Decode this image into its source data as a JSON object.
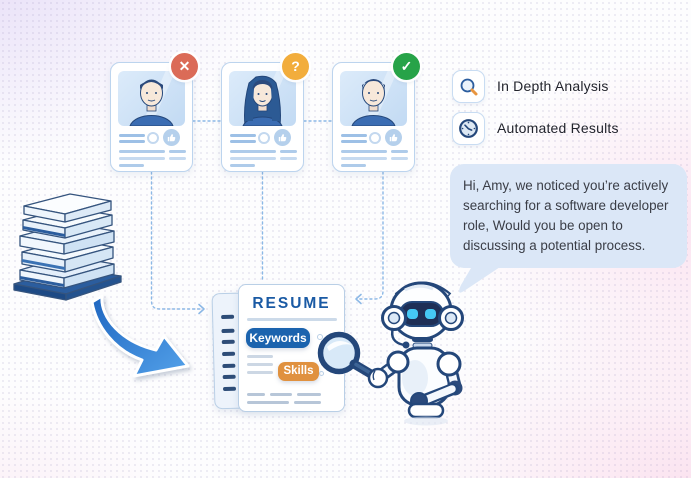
{
  "illustration": {
    "candidates": [
      {
        "avatar": "man",
        "status": "rejected",
        "status_glyph": "✕",
        "status_color": "#db6b57"
      },
      {
        "avatar": "woman",
        "status": "in-review",
        "status_glyph": "?",
        "status_color": "#f2ad3c"
      },
      {
        "avatar": "man",
        "status": "approved",
        "status_glyph": "✓",
        "status_color": "#27a348"
      }
    ],
    "features": [
      {
        "icon": "search-icon",
        "label": "In Depth Analysis"
      },
      {
        "icon": "clock-icon",
        "label": "Automated Results"
      }
    ],
    "chat_message": "Hi, Amy, we noticed you’re actively searching for a software developer role, Would you be open to discussing a potential process.",
    "resume": {
      "title": "RESUME",
      "tags": [
        {
          "label": "Keywords",
          "color": "#1b63ae"
        },
        {
          "label": "Skills",
          "color": "#e0913f"
        }
      ]
    },
    "colors": {
      "bubble": "#dbe7f7",
      "dashed_line": "#8cb8e6",
      "arrow_blue": "#2f7ed8",
      "accent_blue": "#1b63ae",
      "accent_orange": "#e0913f"
    }
  }
}
